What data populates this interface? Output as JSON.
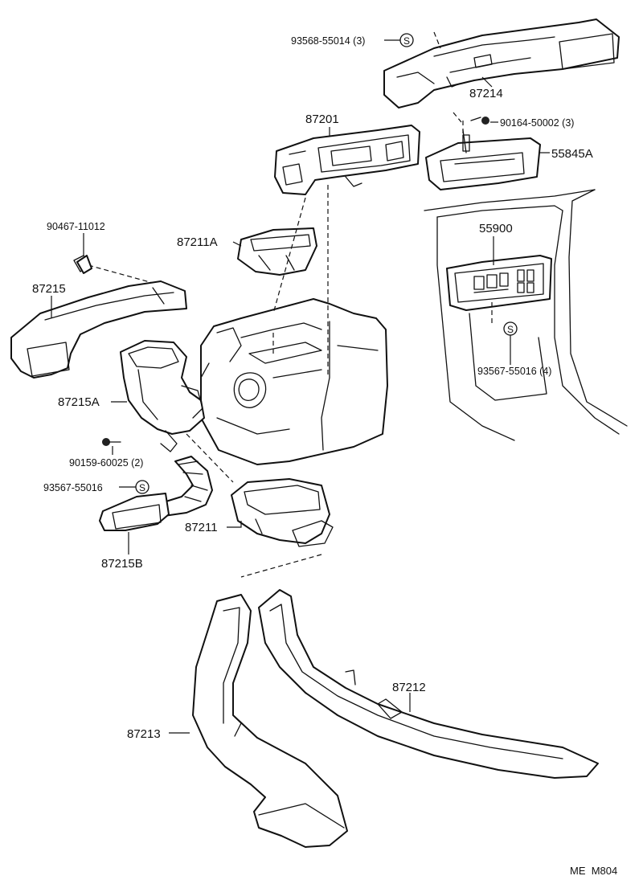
{
  "labels": {
    "p93568": "93568-55014 (3)",
    "p87214": "87214",
    "p87201": "87201",
    "p90164": "90164-50002 (3)",
    "p55845A": "55845A",
    "p90467": "90467-11012",
    "p87211A": "87211A",
    "p55900": "55900",
    "p87215": "87215",
    "p93567a": "93567-55016 (4)",
    "p87215A": "87215A",
    "p90159": "90159-60025 (2)",
    "p93567b": "93567-55016",
    "p87211": "87211",
    "p87215B": "87215B",
    "p87212": "87212",
    "p87213": "87213",
    "code": "ME  M804"
  },
  "symbols": {
    "screw": "S"
  }
}
